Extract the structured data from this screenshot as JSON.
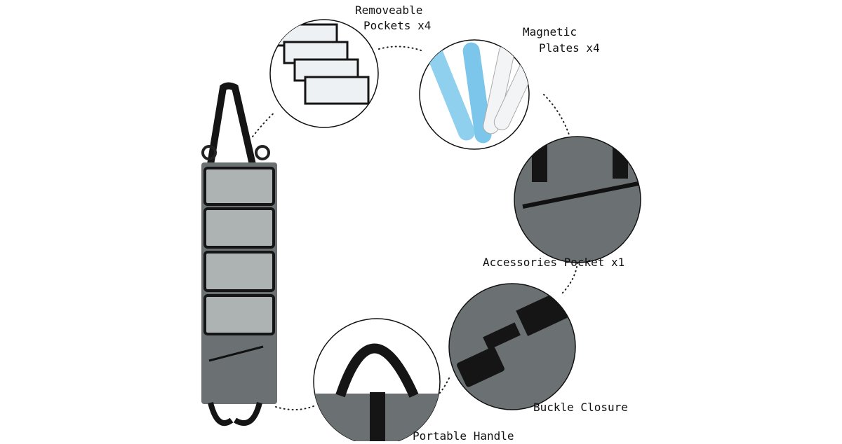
{
  "labels": {
    "removeable_pockets_line1": "Removeable",
    "removeable_pockets_line2": "Pockets x4",
    "magnetic_plates_line1": "Magnetic",
    "magnetic_plates_line2": "Plates x4",
    "accessories_pocket": "Accessories Pocket x1",
    "buckle_closure": "Buckle Closure",
    "portable_handle": "Portable Handle"
  },
  "colors": {
    "felt": "#6b7072",
    "strap": "#151515",
    "plate_blue": "#8fd0ee",
    "plate_white": "#f2f4f6"
  }
}
